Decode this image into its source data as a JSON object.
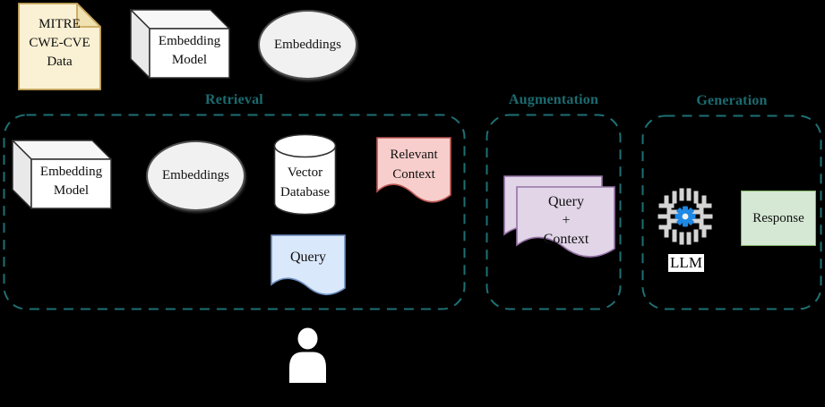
{
  "palette": {
    "background": "#000000",
    "section_accent": "#1B6B70",
    "note_fill": "#FAF0D3",
    "note_fold": "#EFE1B0",
    "note_stroke": "#C9A85C",
    "shape_fill_white": "#FFFFFF",
    "shape_fill_gray": "#F1F1F1",
    "shape_stroke_dark": "#2E2E2E",
    "relevant_context_fill": "#F8CECC",
    "relevant_context_stroke": "#B85450",
    "query_fill": "#DAE8FC",
    "query_stroke": "#6C8EBF",
    "query_context_fill": "#E1D5E7",
    "query_context_stroke": "#9673A6",
    "response_fill": "#D5E8D4",
    "response_stroke": "#82B366",
    "llm_gear_blue": "#1E88E5",
    "llm_brain_gray": "#D4D4D4",
    "person_fill": "#FFFFFF"
  },
  "top_row": {
    "note": {
      "lines": [
        "MITRE",
        "CWE-CVE",
        "Data"
      ]
    },
    "embedding_model": {
      "lines": [
        "Embedding",
        "Model"
      ]
    },
    "embeddings": {
      "label": "Embeddings"
    }
  },
  "sections": {
    "retrieval": {
      "title": "Retrieval",
      "embedding_model": {
        "lines": [
          "Embedding",
          "Model"
        ]
      },
      "embeddings": {
        "label": "Embeddings"
      },
      "vector_database": {
        "lines": [
          "Vector",
          "Database"
        ]
      },
      "relevant_context": {
        "lines": [
          "Relevant",
          "Context"
        ]
      },
      "query": {
        "label": "Query"
      }
    },
    "augmentation": {
      "title": "Augmentation",
      "query_plus_context": {
        "lines": [
          "Query",
          "+",
          "Context"
        ]
      }
    },
    "generation": {
      "title": "Generation",
      "llm": {
        "label": "LLM"
      },
      "response": {
        "label": "Response"
      }
    }
  }
}
